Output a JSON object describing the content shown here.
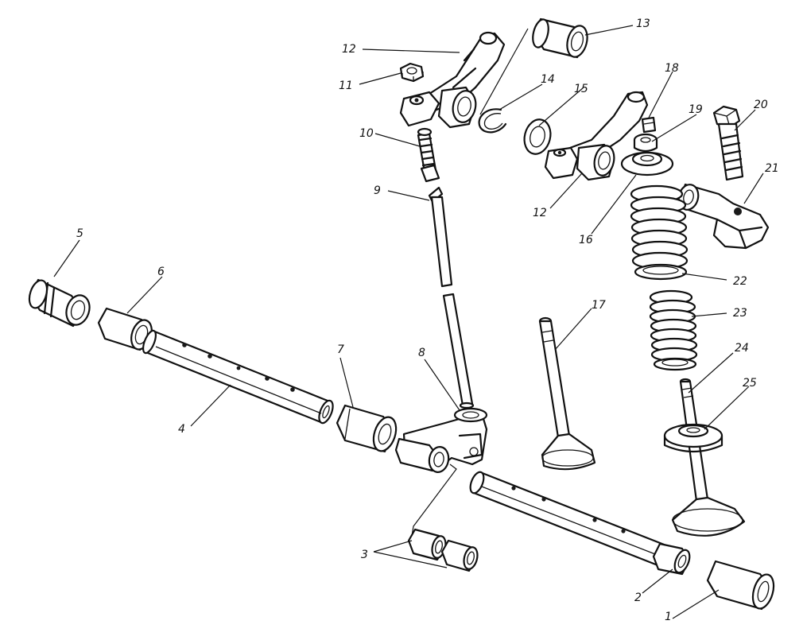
{
  "labels": {
    "c1": "1",
    "c2": "2",
    "c3": "3",
    "c4": "4",
    "c5": "5",
    "c6": "6",
    "c7": "7",
    "c8": "8",
    "c9": "9",
    "c10": "10",
    "c11": "11",
    "c12a": "12",
    "c12b": "12",
    "c13": "13",
    "c14": "14",
    "c15": "15",
    "c16": "16",
    "c17": "17",
    "c18": "18",
    "c19": "19",
    "c20": "20",
    "c21": "21",
    "c22": "22",
    "c23": "23",
    "c24": "24",
    "c25": "25"
  }
}
